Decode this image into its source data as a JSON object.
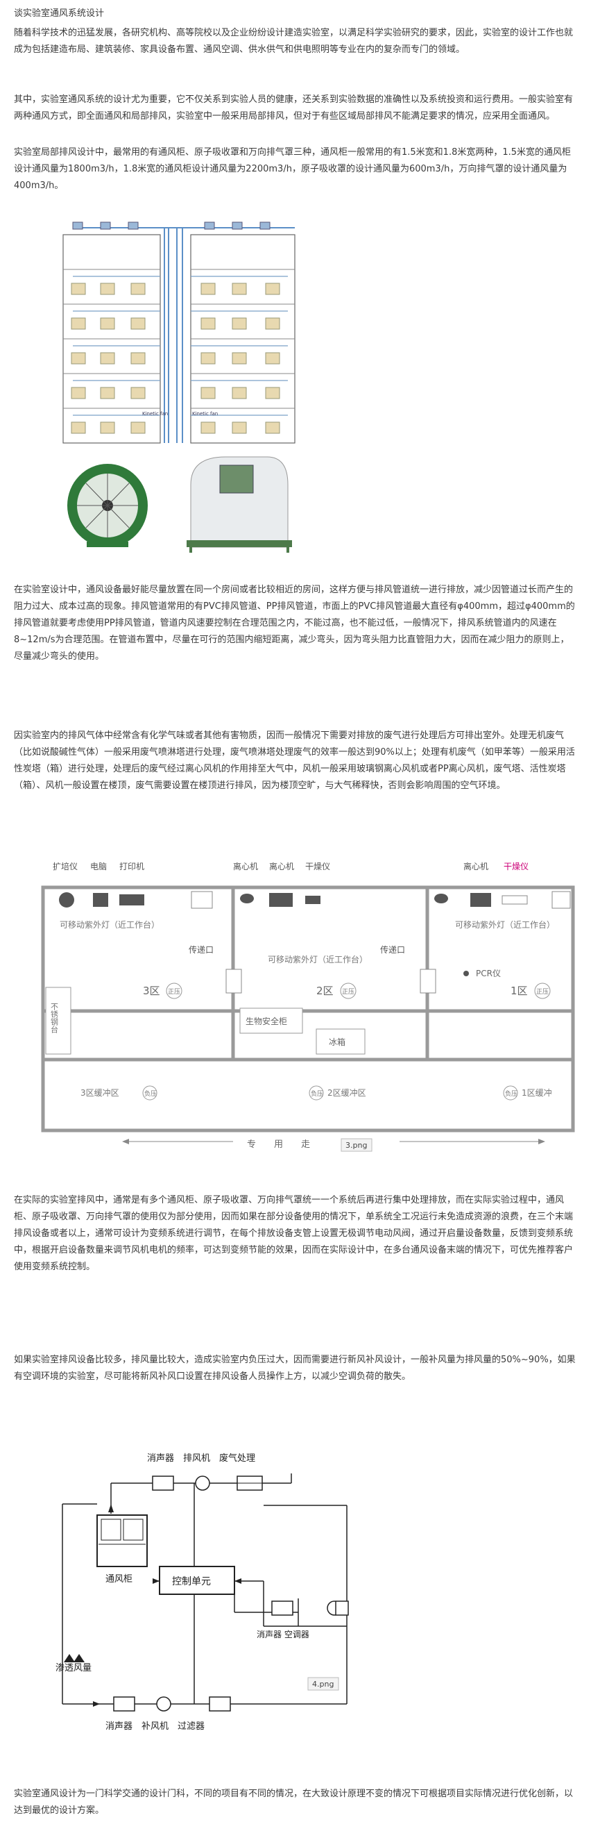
{
  "article": {
    "title": "谈实验室通风系统设计",
    "para1": "随着科学技术的迅猛发展，各研究机构、高等院校以及企业纷纷设计建造实验室，以满足科学实验研究的要求，因此，实验室的设计工作也就成为包括建造布局、建筑装修、家具设备布置、通风空调、供水供气和供电照明等专业在内的复杂而专门的领域。",
    "para2": "其中，实验室通风系统的设计尤为重要，它不仅关系到实验人员的健康，还关系到实验数据的准确性以及系统投资和运行费用。一般实验室有两种通风方式，即全面通风和局部排风，实验室中一般采用局部排风，但对于有些区域局部排风不能满足要求的情况，应采用全面通风。",
    "para3": "实验室局部排风设计中，最常用的有通风柜、原子吸收罩和万向排气罩三种，通风柜一般常用的有1.5米宽和1.8米宽两种，1.5米宽的通风柜设计通风量为1800m3/h，1.8米宽的通风柜设计通风量为2200m3/h，原子吸收罩的设计通风量为600m3/h，万向排气罩的设计通风量为400m3/h。",
    "para4": "在实验室设计中，通风设备最好能尽量放置在同一个房间或者比较相近的房间，这样方便与排风管道统一进行排放，减少因管道过长而产生的阻力过大、成本过高的现象。排风管道常用的有PVC排风管道、PP排风管道，市面上的PVC排风管道最大直径有φ400mm，超过φ400mm的排风管道就要考虑使用PP排风管道，管道内风速要控制在合理范围之内，不能过高，也不能过低，一般情况下，排风系统管道内的风速在8~12m/s为合理范围。在管道布置中，尽量在可行的范围内缩短距离，减少弯头，因为弯头阻力比直管阻力大，因而在减少阻力的原则上，尽量减少弯头的使用。",
    "para5": "因实验室内的排风气体中经常含有化学气味或者其他有害物质，因而一般情况下需要对排放的废气进行处理后方可排出室外。处理无机废气（比如说酸碱性气体）一般采用废气喷淋塔进行处理，废气喷淋塔处理废气的效率一般达到90%以上；处理有机废气（如甲苯等）一般采用活性炭塔（箱）进行处理，处理后的废气经过离心风机的作用排至大气中，风机一般采用玻璃钢离心风机或者PP离心风机，废气塔、活性炭塔（箱）、风机一般设置在楼顶，废气需要设置在楼顶进行排风，因为楼顶空旷，与大气稀释快，否则会影响周围的空气环境。",
    "para6": "在实际的实验室排风中，通常是有多个通风柜、原子吸收罩、万向排气罩统一一个系统后再进行集中处理排放，而在实际实验过程中，通风柜、原子吸收罩、万向排气罩的使用仅为部分使用，因而如果在部分设备使用的情况下，单系统全工况运行未免造成资源的浪费，在三个末端排风设备或者以上，通常可设计为变频系统进行调节，在每个排放设备支管上设置无极调节电动风阀，通过开启量设备数量，反馈到变频系统中，根据开启设备数量来调节风机电机的频率，可达到变频节能的效果，因而在实际设计中，在多台通风设备末端的情况下，可优先推荐客户使用变频系统控制。",
    "para7": "如果实验室排风设备比较多，排风量比较大，造成实验室内负压过大，因而需要进行新风补风设计，一般补风量为排风量的50%~90%，如果有空调环境的实验室，尽可能将新风补风口设置在排风设备人员操作上方，以减少空调负荷的散失。",
    "para8": "实验室通风设计为一门科学交通的设计门科，不同的项目有不同的情况，在大致设计原理不变的情况下可根据项目实际情况进行优化创新，以达到最优的设计方案。"
  },
  "fig_building": {
    "label_left": "Kinetic fan",
    "label_right": "Kinetic fan"
  },
  "fig_floorplan": {
    "caption": "3.png",
    "top_labels": [
      "扩培仪",
      "电脑",
      "打印机",
      "离心机",
      "离心机",
      "干燥仪",
      "离心机",
      "干燥仪"
    ],
    "uv_lamp": "可移动紫外灯（近工作台）",
    "pass_box": "传递口",
    "zone3": "3区",
    "zone2": "2区",
    "zone1": "1区",
    "pressure": "正压",
    "negative": "负压",
    "sink": "不锈钢台",
    "bio_cabinet": "生物安全柜",
    "fridge": "冰箱",
    "pcr": "PCR仪",
    "buffer3": "3区缓冲区",
    "buffer2": "2区缓冲区",
    "buffer1": "1区缓冲",
    "corridor": "专　　用　　走"
  },
  "fig_schematic": {
    "caption": "4.png",
    "top_label": "消声器　排风机　废气处理",
    "hood": "通风柜",
    "control": "控制单元",
    "right_label": "消声器 空调器",
    "leak": "渗透风量",
    "bottom_label": "消声器　补风机　过滤器"
  },
  "colors": {
    "text": "#3a3a3a",
    "accent": "#cc0077",
    "line": "#222222",
    "plan_line": "#999999"
  }
}
